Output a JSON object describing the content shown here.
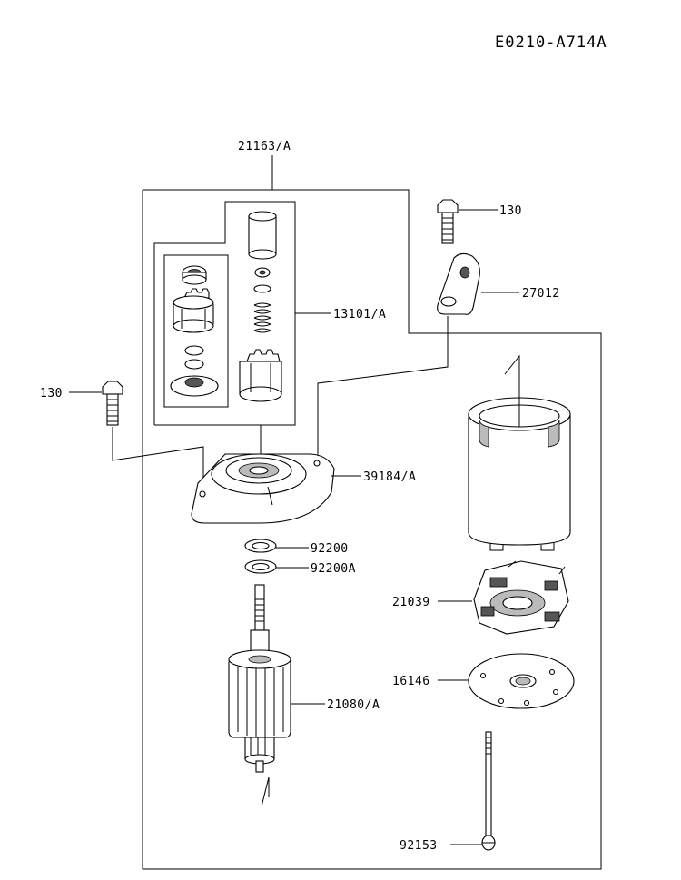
{
  "document_id": "E0210-A714A",
  "callouts": {
    "assembly_starter": "21163/A",
    "bolt_top": "130",
    "bracket": "27012",
    "pinion_kit": "13101/A",
    "bolt_left": "130",
    "cover_end": "39184/A",
    "washer_1": "92200",
    "washer_2": "92200A",
    "brush_holder": "21039",
    "armature": "21080/A",
    "plate_end": "16146",
    "through_bolt": "92153"
  }
}
